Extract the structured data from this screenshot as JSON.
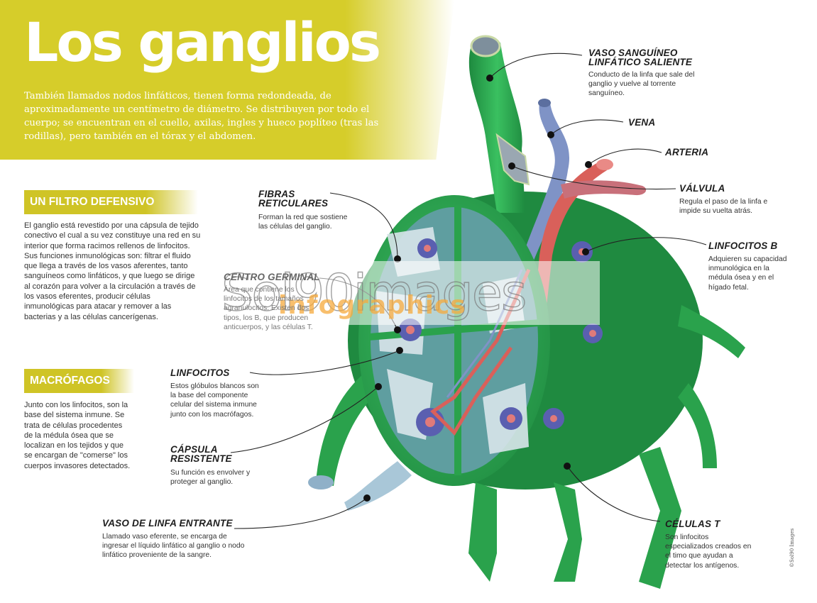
{
  "header": {
    "title": "Los ganglios",
    "intro": "También llamados nodos linfáticos, tienen forma redondeada, de aproximadamente un centímetro de diámetro. Se distribuyen por todo el cuerpo; se encuentran en el cuello, axilas, ingles y hueco poplíteo (tras las rodillas), pero también en el tórax y el abdomen."
  },
  "sections": [
    {
      "heading": "UN FILTRO DEFENSIVO",
      "body": "El ganglio está revestido por una cápsula de tejido conectivo el cual a su vez constituye una red en su interior que forma racimos rellenos de linfocitos. Sus funciones inmunológicas son: filtrar el fluido que llega a través de los vasos aferentes, tanto sanguíneos como linfáticos, y que luego se dirige al corazón para volver a la circulación a través de los vasos eferentes, producir células inmunológicas para atacar y remover a las bacterias y a las células cancerígenas."
    },
    {
      "heading": "MACRÓFAGOS",
      "body": "Junto con los linfocitos, son la base del sistema inmune. Se trata de células procedentes de la médula ósea que se localizan en los tejidos y que se encargan de \"comerse\" los cuerpos invasores detectados."
    }
  ],
  "labels": {
    "vaso_saliente": {
      "title_l1": "VASO SANGUÍNEO",
      "title_l2": "LINFÁTICO SALIENTE",
      "body": "Conducto de la linfa que sale del ganglio y vuelve al torrente sanguíneo."
    },
    "vena": {
      "title": "VENA"
    },
    "arteria": {
      "title": "ARTERIA"
    },
    "valvula": {
      "title": "VÁLVULA",
      "body": "Regula el paso de la linfa e impide su vuelta atrás."
    },
    "linfocitos_b": {
      "title": "LINFOCITOS B",
      "body": "Adquieren su capacidad inmunológica en la médula ósea y en el hígado fetal."
    },
    "fibras": {
      "title_l1": "FIBRAS",
      "title_l2": "RETICULARES",
      "body": "Forman la red que sostiene las células del ganglio."
    },
    "centro_germinal": {
      "title": "CENTRO GERMINAL",
      "body": "Área que contiene los linfocitos de los tamaños agranulocitos. Existen dos tipos, los B, que producen anticuerpos, y las células T."
    },
    "linfocitos": {
      "title": "LINFOCITOS",
      "body": "Estos glóbulos blancos son la base del componente celular del sistema inmune junto con los macrófagos."
    },
    "capsula": {
      "title_l1": "CÁPSULA",
      "title_l2": "RESISTENTE",
      "body": "Su función es envolver y proteger al ganglio."
    },
    "vaso_entrante": {
      "title": "VASO DE LINFA ENTRANTE",
      "body": "Llamado vaso eferente, se encarga de ingresar el líquido linfático al ganglio o nodo linfático proveniente de la sangre."
    },
    "celulas_t": {
      "title": "CÉLULAS T",
      "body": "Son linfocitos especializados creados en el timo que ayudan a detectar los antígenos."
    }
  },
  "watermark": {
    "line1": "Sol90images",
    "line2": "infographics"
  },
  "copyright": "©Sol90 Images",
  "colors": {
    "accent_yellow": "#d6cd2a",
    "node_green": "#2fa84f",
    "node_dark": "#1f7a3a",
    "interior_teal": "#5f9ea0",
    "artery_red": "#d9605a",
    "vein_blue": "#7f93c6"
  }
}
